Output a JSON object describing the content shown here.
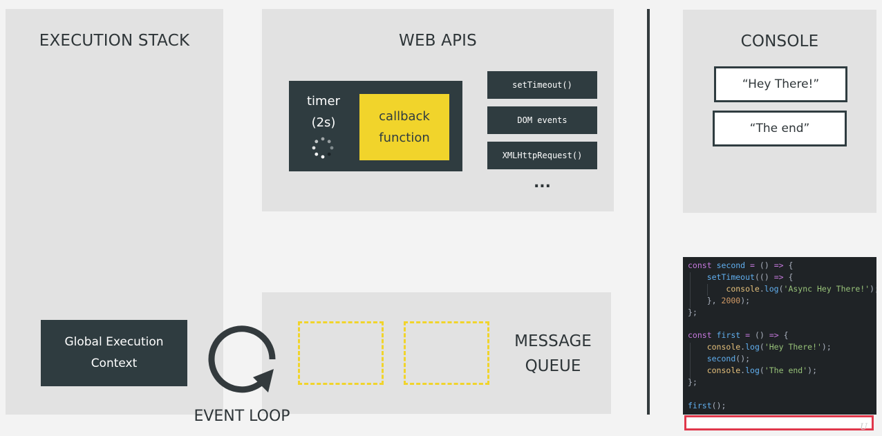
{
  "panels": {
    "execution_stack": "EXECUTION STACK",
    "web_apis": "WEB APIS",
    "console": "CONSOLE",
    "message_queue": [
      "MESSAGE",
      "QUEUE"
    ]
  },
  "global_execution_context": [
    "Global Execution",
    "Context"
  ],
  "timer": {
    "label": [
      "timer",
      "(2s)"
    ],
    "callback": [
      "callback",
      "function"
    ]
  },
  "web_api_items": [
    "setTimeout()",
    "DOM events",
    "XMLHttpRequest()"
  ],
  "web_api_more": "...",
  "console_logs": [
    "“Hey There!”",
    "“The end”"
  ],
  "event_loop_label": "EVENT LOOP",
  "code_lines": [
    "const second = () => {",
    "    setTimeout(() => {",
    "        console.log('Async Hey There!');",
    "    }, 2000);",
    "};",
    "",
    "const first = () => {",
    "    console.log('Hey There!');",
    "    second();",
    "    console.log('The end');",
    "};",
    "",
    "first();"
  ],
  "colors": {
    "panel": "#e2e2e2",
    "dark_box": "#2f3c40",
    "callback_yellow": "#f1d42b",
    "highlight_red": "#e0374b"
  }
}
